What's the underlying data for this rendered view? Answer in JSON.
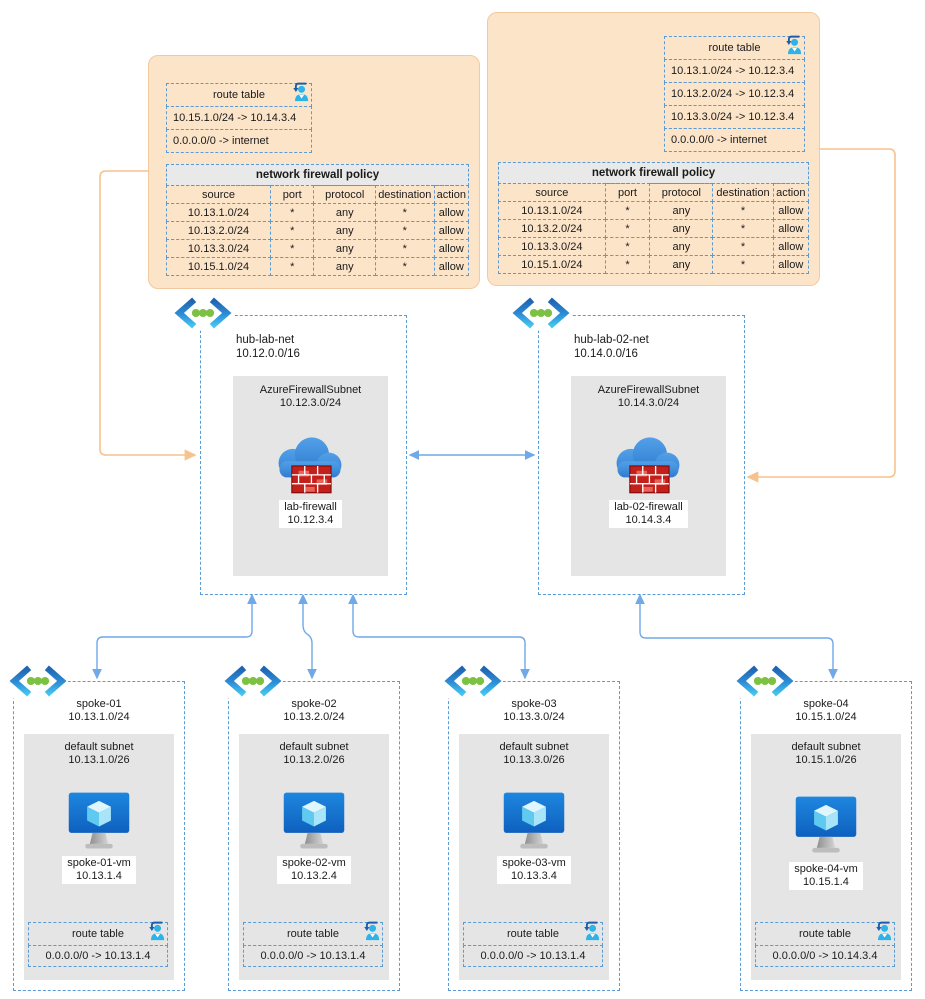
{
  "policy_boxes": [
    {
      "position": "top-left",
      "route_table": {
        "title": "route table",
        "routes": [
          "10.15.1.0/24 -> 10.14.3.4",
          "0.0.0.0/0 -> internet"
        ]
      },
      "firewall_policy": {
        "title": "network firewall policy",
        "columns": [
          "source",
          "port",
          "protocol",
          "destination",
          "action"
        ],
        "rows": [
          [
            "10.13.1.0/24",
            "*",
            "any",
            "*",
            "allow"
          ],
          [
            "10.13.2.0/24",
            "*",
            "any",
            "*",
            "allow"
          ],
          [
            "10.13.3.0/24",
            "*",
            "any",
            "*",
            "allow"
          ],
          [
            "10.15.1.0/24",
            "*",
            "any",
            "*",
            "allow"
          ]
        ]
      }
    },
    {
      "position": "top-right",
      "route_table": {
        "title": "route table",
        "routes": [
          "10.13.1.0/24 -> 10.12.3.4",
          "10.13.2.0/24 -> 10.12.3.4",
          "10.13.3.0/24 -> 10.12.3.4",
          "0.0.0.0/0 -> internet"
        ]
      },
      "firewall_policy": {
        "title": "network firewall policy",
        "columns": [
          "source",
          "port",
          "protocol",
          "destination",
          "action"
        ],
        "rows": [
          [
            "10.13.1.0/24",
            "*",
            "any",
            "*",
            "allow"
          ],
          [
            "10.13.2.0/24",
            "*",
            "any",
            "*",
            "allow"
          ],
          [
            "10.13.3.0/24",
            "*",
            "any",
            "*",
            "allow"
          ],
          [
            "10.15.1.0/24",
            "*",
            "any",
            "*",
            "allow"
          ]
        ]
      }
    }
  ],
  "hubs": [
    {
      "name": "hub-lab-net",
      "cidr": "10.12.0.0/16",
      "subnet": {
        "name": "AzureFirewallSubnet",
        "cidr": "10.12.3.0/24"
      },
      "firewall": {
        "name": "lab-firewall",
        "ip": "10.12.3.4"
      }
    },
    {
      "name": "hub-lab-02-net",
      "cidr": "10.14.0.0/16",
      "subnet": {
        "name": "AzureFirewallSubnet",
        "cidr": "10.14.3.0/24"
      },
      "firewall": {
        "name": "lab-02-firewall",
        "ip": "10.14.3.4"
      }
    }
  ],
  "spokes": [
    {
      "name": "spoke-01",
      "cidr": "10.13.1.0/24",
      "subnet": {
        "name": "default subnet",
        "cidr": "10.13.1.0/26"
      },
      "vm": {
        "name": "spoke-01-vm",
        "ip": "10.13.1.4"
      },
      "route_table": {
        "title": "route table",
        "routes": [
          "0.0.0.0/0 -> 10.13.1.4"
        ]
      }
    },
    {
      "name": "spoke-02",
      "cidr": "10.13.2.0/24",
      "subnet": {
        "name": "default subnet",
        "cidr": "10.13.2.0/26"
      },
      "vm": {
        "name": "spoke-02-vm",
        "ip": "10.13.2.4"
      },
      "route_table": {
        "title": "route table",
        "routes": [
          "0.0.0.0/0 -> 10.13.1.4"
        ]
      }
    },
    {
      "name": "spoke-03",
      "cidr": "10.13.3.0/24",
      "subnet": {
        "name": "default subnet",
        "cidr": "10.13.3.0/26"
      },
      "vm": {
        "name": "spoke-03-vm",
        "ip": "10.13.3.4"
      },
      "route_table": {
        "title": "route table",
        "routes": [
          "0.0.0.0/0 -> 10.13.1.4"
        ]
      }
    },
    {
      "name": "spoke-04",
      "cidr": "10.15.1.0/24",
      "subnet": {
        "name": "default subnet",
        "cidr": "10.15.1.0/26"
      },
      "vm": {
        "name": "spoke-04-vm",
        "ip": "10.15.1.4"
      },
      "route_table": {
        "title": "route table",
        "routes": [
          "0.0.0.0/0 -> 10.14.3.4"
        ]
      }
    }
  ],
  "icons": {
    "vnet": "virtual-network-icon",
    "route_table_user": "route-table-user-icon",
    "firewall": "azure-firewall-icon",
    "vm": "virtual-machine-icon"
  },
  "colors": {
    "vnet_border": "#5B9BD5",
    "policy_box_fill": "#FCE4C9",
    "policy_box_border": "#F3C9A0",
    "subnet_fill": "#E5E5E5",
    "table_header_fill": "#E9E9E9",
    "hub_link_arrow": "#6FA9E8",
    "policy_link_arrow": "#F6C28E"
  }
}
